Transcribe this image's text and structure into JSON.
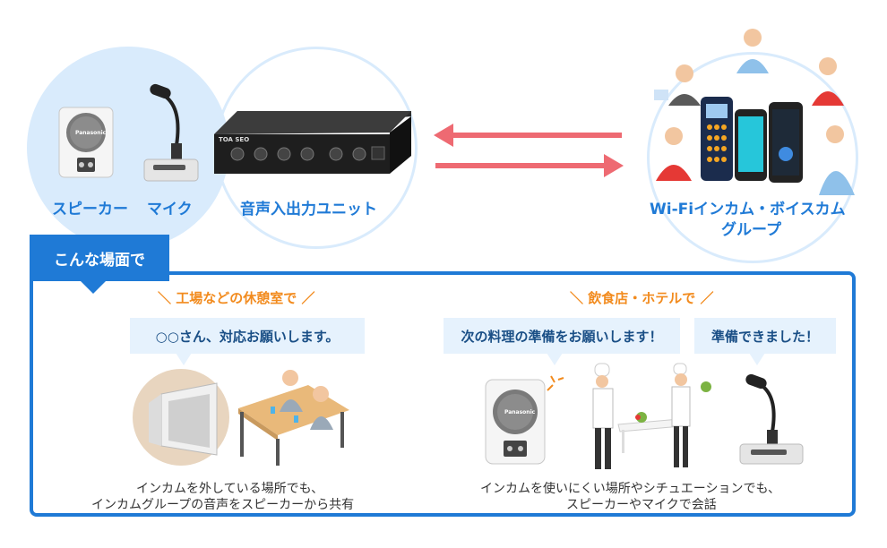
{
  "top": {
    "speaker_label": "スピーカー",
    "mic_label": "マイク",
    "unit_label": "音声入出力ユニット",
    "unit_brand": "TOA SEO",
    "speaker_brand": "Panasonic",
    "group_label_line1": "Wi-Fiインカム・ボイスカム",
    "group_label_line2": "グループ"
  },
  "scenes": {
    "tag": "こんな場面で",
    "left": {
      "title": "＼ 工場などの休憩室で ／",
      "bubble": "○○さん、対応お願いします。",
      "caption_line1": "インカムを外している場所でも、",
      "caption_line2": "インカムグループの音声をスピーカーから共有"
    },
    "right": {
      "title": "＼ 飲食店・ホテルで ／",
      "bubble1": "次の料理の準備をお願いします！",
      "bubble2": "準備できました！",
      "caption_line1": "インカムを使いにくい場所やシチュエーションでも、",
      "caption_line2": "スピーカーやマイクで会話",
      "speaker_brand": "Panasonic"
    }
  },
  "colors": {
    "accent_blue": "#1f7ad6",
    "light_blue": "#d9ebfc",
    "arrow_red": "#ee6a72",
    "orange": "#f28b1e"
  }
}
